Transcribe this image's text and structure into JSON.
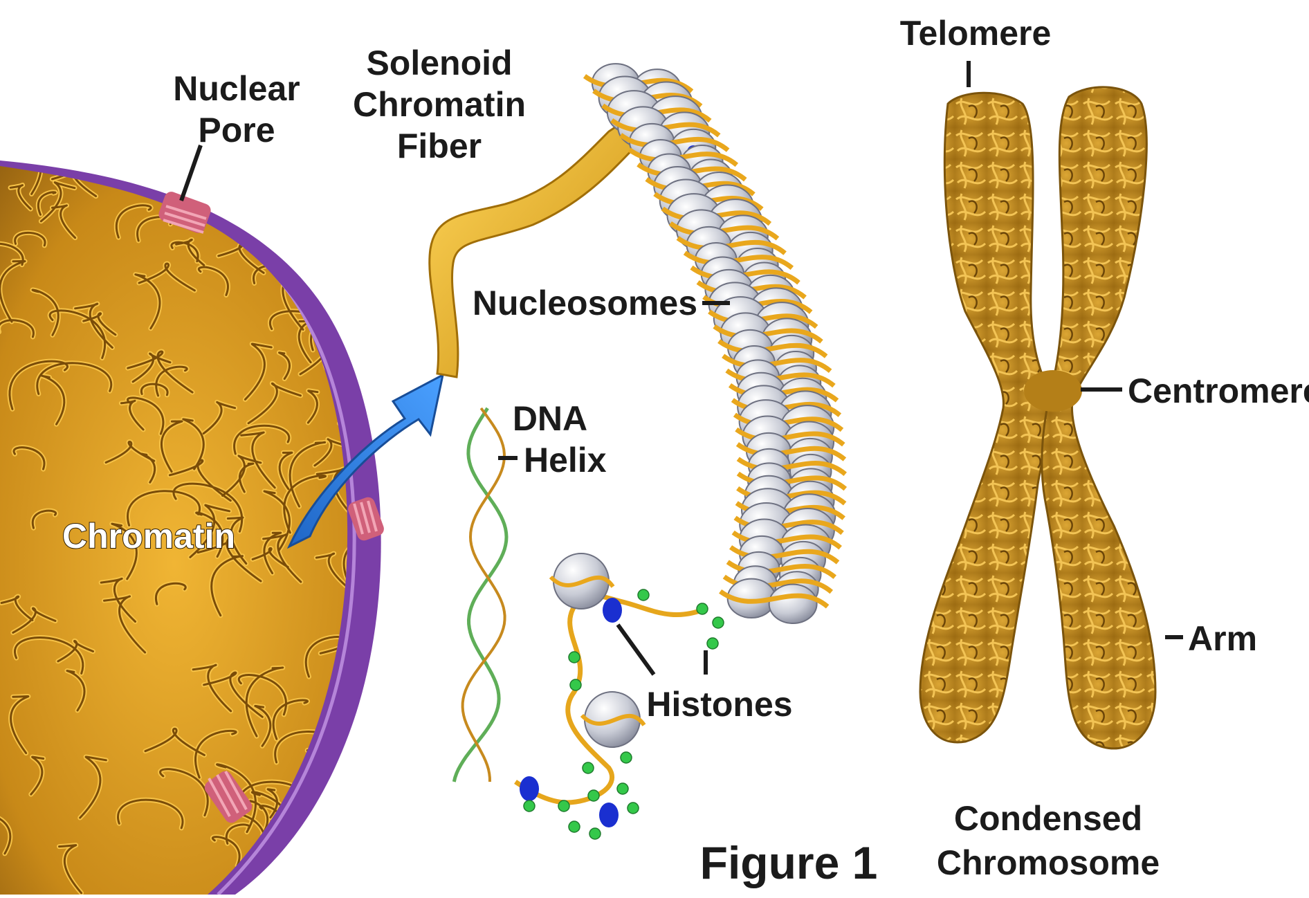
{
  "labels": {
    "nuclear_pore_line1": "Nuclear",
    "nuclear_pore_line2": "Pore",
    "solenoid_line1": "Solenoid",
    "solenoid_line2": "Chromatin",
    "solenoid_line3": "Fiber",
    "chromatin": "Chromatin",
    "nucleosomes": "Nucleosomes",
    "dna_line1": "DNA",
    "dna_line2": "Helix",
    "histones": "Histones",
    "telomere": "Telomere",
    "centromere": "Centromere",
    "arm": "Arm",
    "condensed_line1": "Condensed",
    "condensed_line2": "Chromosome",
    "figure": "Figure 1"
  },
  "colors": {
    "nucleus_membrane": "#7a3fa8",
    "chromatin_fiber": "#e8a81e",
    "arrow": "#2f7fe0",
    "pore": "#d0607a",
    "histone_core": "#c9ccd6",
    "histone_marker_blue": "#1a2fd0",
    "histone_marker_green": "#34c84a",
    "dna_strand": "#7cc476",
    "chromosome": "#c9941f"
  }
}
